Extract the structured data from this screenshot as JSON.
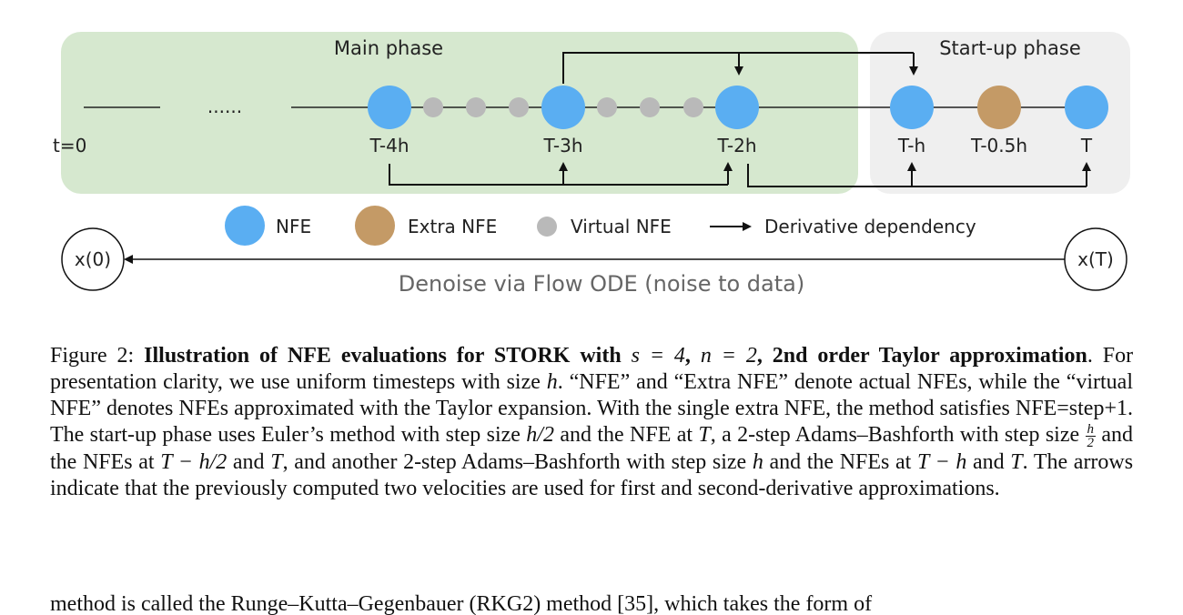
{
  "figure": {
    "main_phase_label": "Main phase",
    "startup_phase_label": "Start-up phase",
    "ellipsis": "......",
    "t0_label": "t=0",
    "time_labels": [
      "T-4h",
      "T-3h",
      "T-2h",
      "T-h",
      "T-0.5h",
      "T"
    ],
    "legend": {
      "nfe": "NFE",
      "extra_nfe": "Extra NFE",
      "virtual_nfe": "Virtual NFE",
      "derivative": "Derivative dependency"
    },
    "x0_label": "x(0)",
    "xT_label": "x(T)",
    "ode_label": "Denoise via Flow ODE (noise to data)",
    "colors": {
      "nfe": "#5aaef2",
      "extra_nfe": "#c49a66",
      "virtual_nfe": "#b9b9b9",
      "main_bg": "#d6e8cf",
      "startup_bg": "#efefef"
    }
  },
  "caption": {
    "fig_label": "Figure 2:",
    "title_a": "Illustration of NFE evaluations for STORK with",
    "eq_s": "s = 4",
    "comma1": ",",
    "eq_n": "n = 2",
    "comma2": ",",
    "title_b": "2nd order Taylor approximation",
    "s1": ". For presentation clarity, we use uniform timesteps with size",
    "h1": "h",
    "s2": ". “NFE” and “Extra NFE” denote actual NFEs, while the “virtual NFE” denotes NFEs approximated with the Taylor expansion. With the single extra NFE, the method satisfies NFE=step+1. The start-up phase uses Euler’s method with step size",
    "eq_h2": "h/2",
    "s3": "and the NFE at",
    "T1": "T",
    "s4": ", a 2-step Adams–Bashforth with step size",
    "frac_num": "h",
    "frac_den": "2",
    "s5": "and the NFEs at",
    "eq_Th2": "T − h/2",
    "s6": "and",
    "T2": "T",
    "s7": ", and another 2-step Adams–Bashforth with step size",
    "h2": "h",
    "s8": "and the NFEs at",
    "eq_Th": "T − h",
    "s9": "and",
    "T3": "T",
    "s10": ". The arrows indicate that the previously computed two velocities are used for first and second-derivative approximations."
  },
  "next_text": "method is called the Runge–Kutta–Gegenbauer (RKG2) method [35], which takes the form of"
}
